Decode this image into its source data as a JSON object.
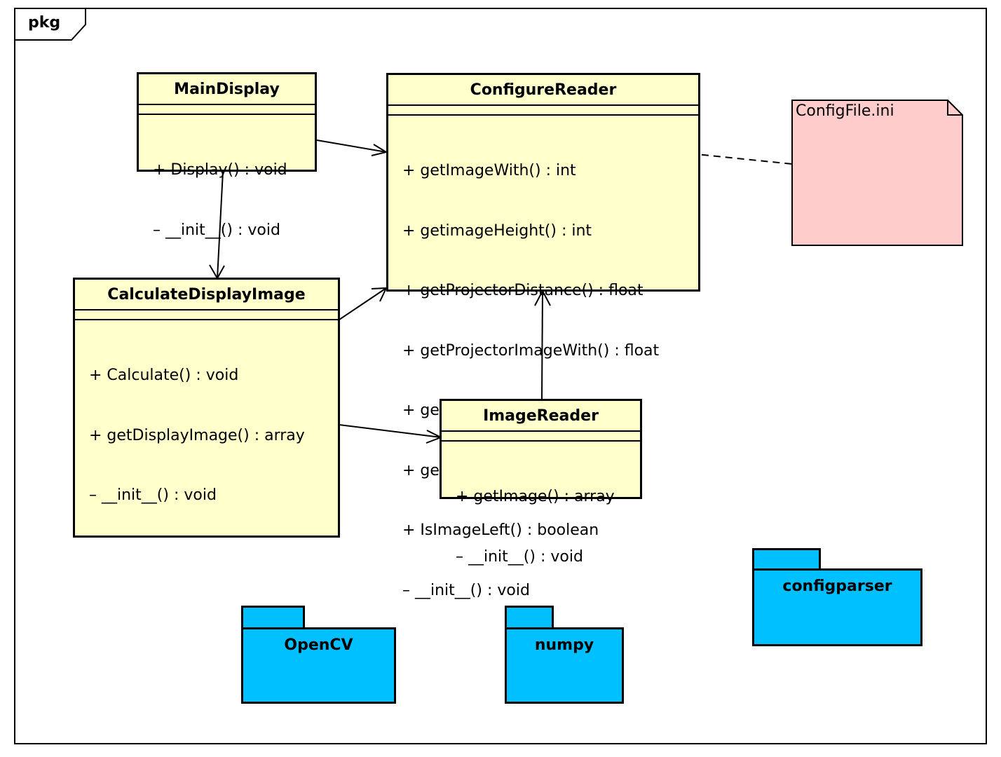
{
  "frame": {
    "label": "pkg"
  },
  "classes": {
    "main_display": {
      "name": "MainDisplay",
      "ops": [
        "+ Display() : void",
        "– __init__() : void"
      ]
    },
    "configure_reader": {
      "name": "ConfigureReader",
      "ops": [
        "+ getImageWith() : int",
        "+ getimageHeight() : int",
        "+ getProjectorDistance() : float",
        "+ getProjectorImageWith() : float",
        "+ getGamma() : float",
        "+ getImageName() : char[]",
        "+ IsImageLeft() : boolean",
        "– __init__() : void"
      ]
    },
    "calculate_display_image": {
      "name": "CalculateDisplayImage",
      "ops": [
        "+ Calculate() : void",
        "+ getDisplayImage() : array",
        "– __init__() : void"
      ]
    },
    "image_reader": {
      "name": "ImageReader",
      "ops": [
        "+ getImage() : array",
        "– __init__() : void"
      ]
    }
  },
  "note": {
    "label": "ConfigFile.ini",
    "color": "#ffcccc"
  },
  "packages": {
    "opencv": {
      "name": "OpenCV"
    },
    "numpy": {
      "name": "numpy"
    },
    "configparser": {
      "name": "configparser"
    }
  },
  "colors": {
    "class_fill": "#ffffcc",
    "package_fill": "#00c0ff",
    "note_fill": "#ffcccc"
  }
}
